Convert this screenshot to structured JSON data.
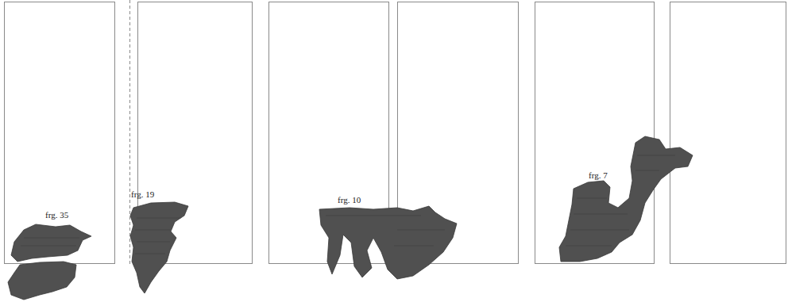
{
  "diagram": {
    "labels": [
      "frg. 35",
      "frg. 19",
      "frg. 10",
      "frg. 7"
    ]
  }
}
